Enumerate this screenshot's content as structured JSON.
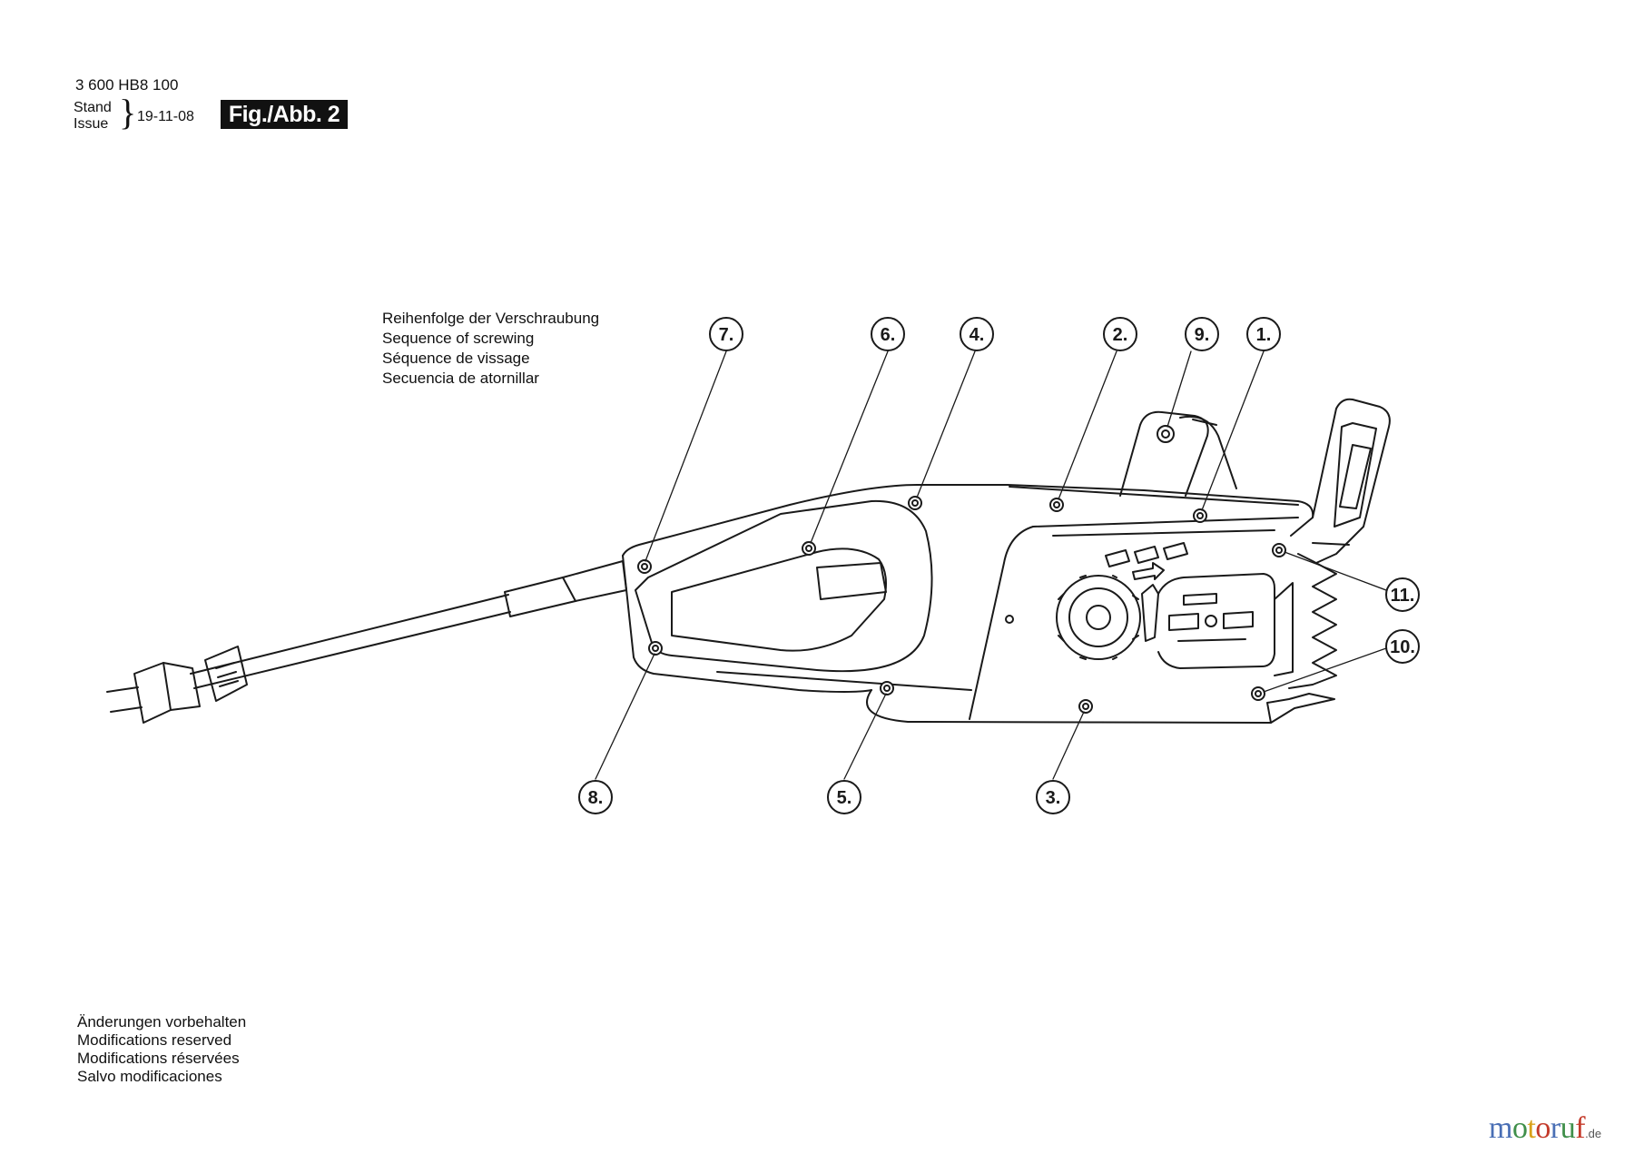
{
  "header": {
    "part_number": "3 600 HB8 100",
    "stand_issue": [
      "Stand",
      "Issue"
    ],
    "date": "19-11-08",
    "figure_label": "Fig./Abb. 2"
  },
  "screw_sequence_title": [
    "Reihenfolge der Verschraubung",
    "Sequence of screwing",
    "Séquence de vissage",
    "Secuencia de atornillar"
  ],
  "callouts": [
    {
      "label": "1."
    },
    {
      "label": "2."
    },
    {
      "label": "3."
    },
    {
      "label": "4."
    },
    {
      "label": "5."
    },
    {
      "label": "6."
    },
    {
      "label": "7."
    },
    {
      "label": "8."
    },
    {
      "label": "9."
    },
    {
      "label": "10."
    },
    {
      "label": "11."
    }
  ],
  "footer_notes": [
    "Änderungen vorbehalten",
    "Modifications reserved",
    "Modifications réservées",
    "Salvo modificaciones"
  ],
  "watermark": {
    "text": "motoruf",
    "suffix": ".de",
    "colors": [
      "#4a6fb5",
      "#3f8f4a",
      "#d9a21b",
      "#c43b2b",
      "#4a6fb5",
      "#3f8f4a",
      "#c43b2b"
    ]
  },
  "line_color": "#1a1a1a"
}
